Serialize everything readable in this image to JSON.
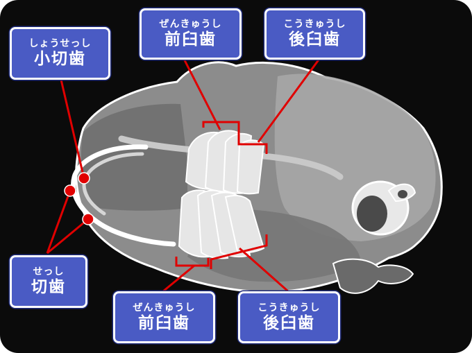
{
  "labels": {
    "small_incisor": {
      "ruby": "しょうせっし",
      "term": "小切歯"
    },
    "premolar_upper": {
      "ruby": "ぜんきゅうし",
      "term": "前臼歯"
    },
    "molar_upper": {
      "ruby": "こうきゅうし",
      "term": "後臼歯"
    },
    "incisor": {
      "ruby": "せっし",
      "term": "切歯"
    },
    "premolar_lower": {
      "ruby": "ぜんきゅうし",
      "term": "前臼歯"
    },
    "molar_lower": {
      "ruby": "こうきゅうし",
      "term": "後臼歯"
    }
  },
  "colors": {
    "background": "#0b0b0b",
    "label_fill": "#4a5bc4",
    "label_border": "#ffffff",
    "pointer_line": "#e00000",
    "skull_gray": "#8c8c8c"
  }
}
